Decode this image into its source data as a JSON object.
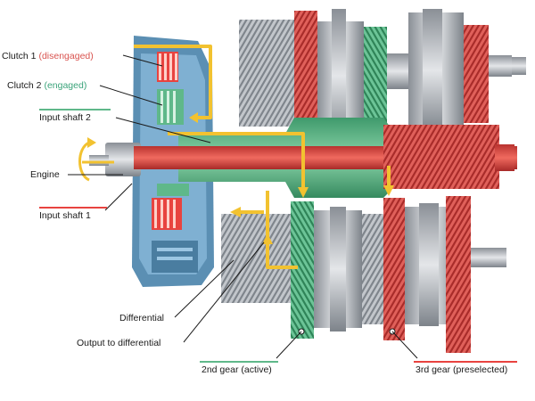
{
  "labels": {
    "clutch1": {
      "name": "Clutch 1",
      "state": "(disengaged)"
    },
    "clutch2": {
      "name": "Clutch 2",
      "state": "(engaged)"
    },
    "input_shaft_2": "Input shaft 2",
    "engine": "Engine",
    "input_shaft_1": "Input shaft 1",
    "differential": "Differential",
    "output_to_differential": "Output to differential",
    "gear_2nd": "2nd gear (active)",
    "gear_3rd": "3rd gear (preselected)"
  },
  "colors": {
    "red_state": "#d9534f",
    "green_state": "#3aa37a",
    "input_shaft_1": "#e8433f",
    "input_shaft_2": "#5fb88a",
    "power_flow": "#f2c230",
    "clutch_housing": "#5b8fb3",
    "gear_metal": "#b8bcc2"
  }
}
